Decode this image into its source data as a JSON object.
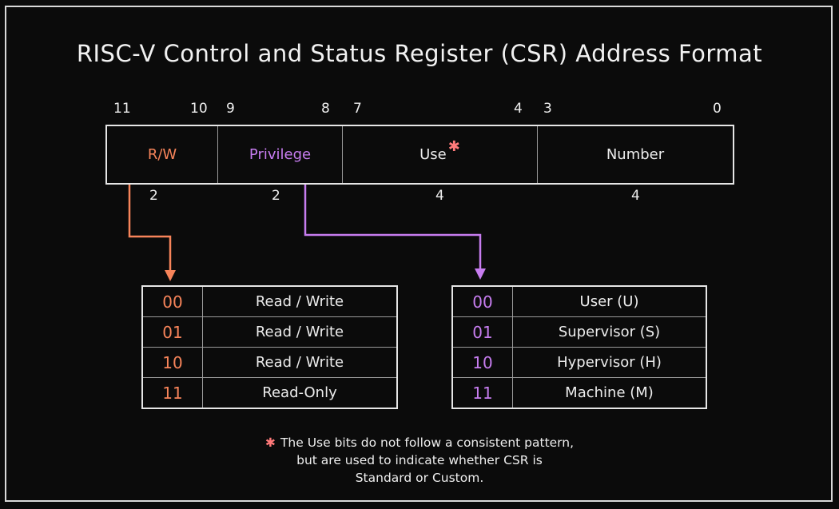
{
  "title": "RISC-V Control and Status Register (CSR) Address Format",
  "colors": {
    "rw": "#f7845a",
    "privilege": "#c77df0",
    "use_star": "#ff7a7a"
  },
  "bit_numbers": [
    "11",
    "10",
    "9",
    "8",
    "7",
    "4",
    "3",
    "0"
  ],
  "fields": [
    {
      "label": "R/W",
      "width": "2"
    },
    {
      "label": "Privilege",
      "width": "2"
    },
    {
      "label": "Use",
      "width": "4"
    },
    {
      "label": "Number",
      "width": "4"
    }
  ],
  "star_glyph": "✱",
  "rw_table": [
    {
      "code": "00",
      "desc": "Read / Write"
    },
    {
      "code": "01",
      "desc": "Read / Write"
    },
    {
      "code": "10",
      "desc": "Read / Write"
    },
    {
      "code": "11",
      "desc": "Read-Only"
    }
  ],
  "privilege_table": [
    {
      "code": "00",
      "desc": "User (U)"
    },
    {
      "code": "01",
      "desc": "Supervisor (S)"
    },
    {
      "code": "10",
      "desc": "Hypervisor (H)"
    },
    {
      "code": "11",
      "desc": "Machine (M)"
    }
  ],
  "note_lines": [
    "The Use bits do not follow a consistent pattern,",
    "but are used to indicate whether CSR is",
    "Standard or Custom."
  ]
}
